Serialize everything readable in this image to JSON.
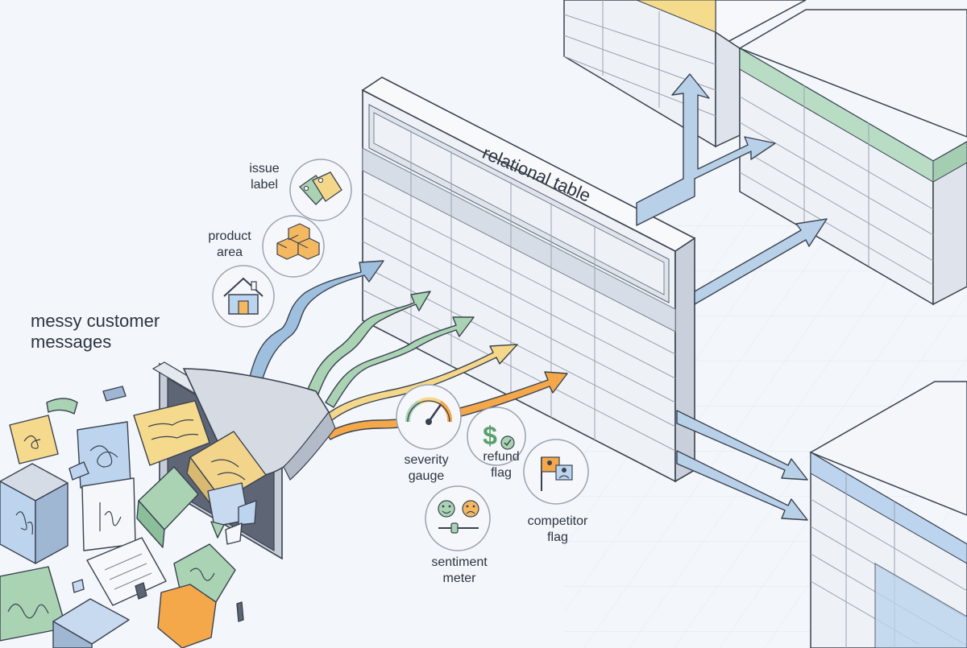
{
  "labels": {
    "messy": {
      "line1": "messy customer",
      "line2": "messages"
    },
    "relational_table": "relational table",
    "issue_label": {
      "line1": "issue",
      "line2": "label"
    },
    "product_area": {
      "line1": "product",
      "line2": "area"
    },
    "severity_gauge": {
      "line1": "severity",
      "line2": "gauge"
    },
    "refund_flag": {
      "line1": "refund",
      "line2": "flag"
    },
    "competitor_flag": {
      "line1": "competitor",
      "line2": "flag"
    },
    "sentiment_meter": {
      "line1": "sentiment",
      "line2": "meter"
    }
  },
  "icons": {
    "issue_label": "tag-icon",
    "product_area": "boxes-icon",
    "home": "house-icon",
    "severity_gauge": "gauge-icon",
    "refund_flag": "dollar-check-icon",
    "competitor_flag": "competitor-flag-icon",
    "sentiment_meter": "sentiment-faces-icon"
  },
  "colors": {
    "blue_stream": "#9ebfdd",
    "green_stream": "#a9d3b3",
    "yellow_stream": "#f5d78a",
    "orange_stream": "#f4a84a",
    "table_face": "#eef1f6",
    "table_header_yellow": "#f4dc8c",
    "table_header_green": "#b9dcc5",
    "table_header_blue": "#bcd4ee",
    "outline": "#3a4250"
  }
}
